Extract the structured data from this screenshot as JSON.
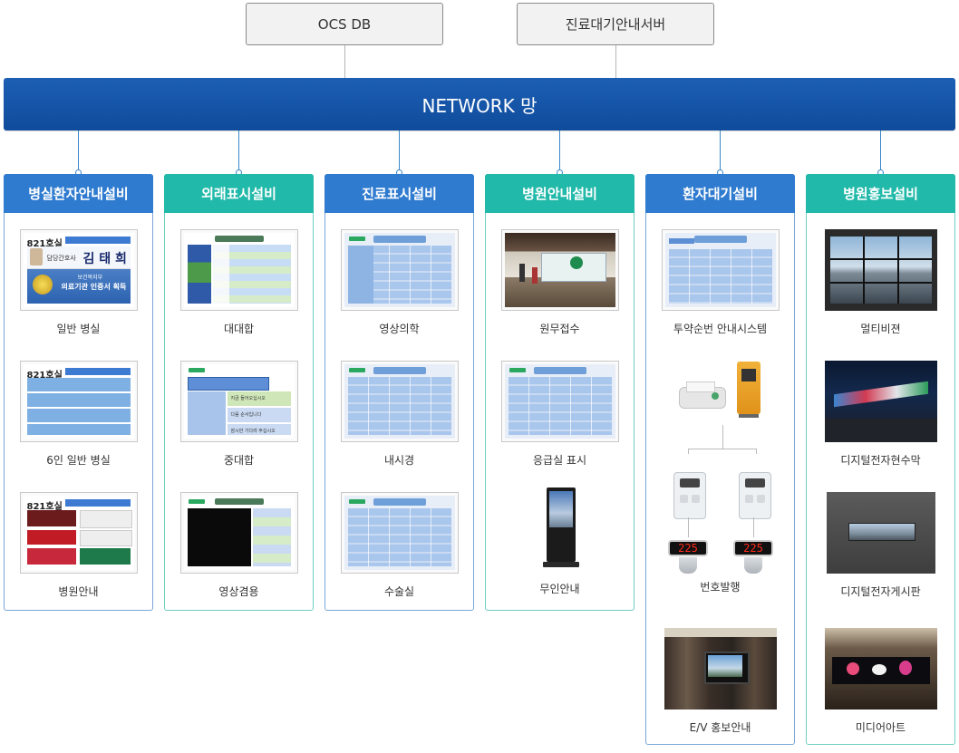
{
  "servers": {
    "ocs_db": "OCS DB",
    "queue_server": "진료대기안내서버"
  },
  "network": {
    "label": "NETWORK 망"
  },
  "columns": [
    {
      "title": "병실환자안내설비",
      "items": [
        "일반 병실",
        "6인 일반 병실",
        "병원안내"
      ]
    },
    {
      "title": "외래표시설비",
      "items": [
        "대대합",
        "중대합",
        "영상겸용"
      ]
    },
    {
      "title": "진료표시설비",
      "items": [
        "영상의학",
        "내시경",
        "수술실"
      ]
    },
    {
      "title": "병원안내설비",
      "items": [
        "원무접수",
        "응급실 표시",
        "무인안내"
      ]
    },
    {
      "title": "환자대기설비",
      "items": [
        "투약순번 안내시스템",
        "번호발행",
        "E/V 홍보안내"
      ]
    },
    {
      "title": "병원홍보설비",
      "items": [
        "멀티비젼",
        "디지털전자현수막",
        "디지털전자게시판",
        "미디어아트"
      ]
    }
  ],
  "screen_text": {
    "room": "821호실",
    "nurse_label": "담당간호사",
    "nurse_name": "김 태 희",
    "cert_line1": "보건복지부",
    "cert_line2": "의료기관 인증서 획득",
    "waiting_text1": "지금 들어오십시오",
    "waiting_text2": "다음 순서입니다",
    "waiting_text3": "잠시만 기다려 주십시오",
    "ticket_number": "225"
  },
  "colors": {
    "network": "#0f4b9b",
    "blue_header": "#2f7bcf",
    "teal_header": "#21b9a9"
  }
}
